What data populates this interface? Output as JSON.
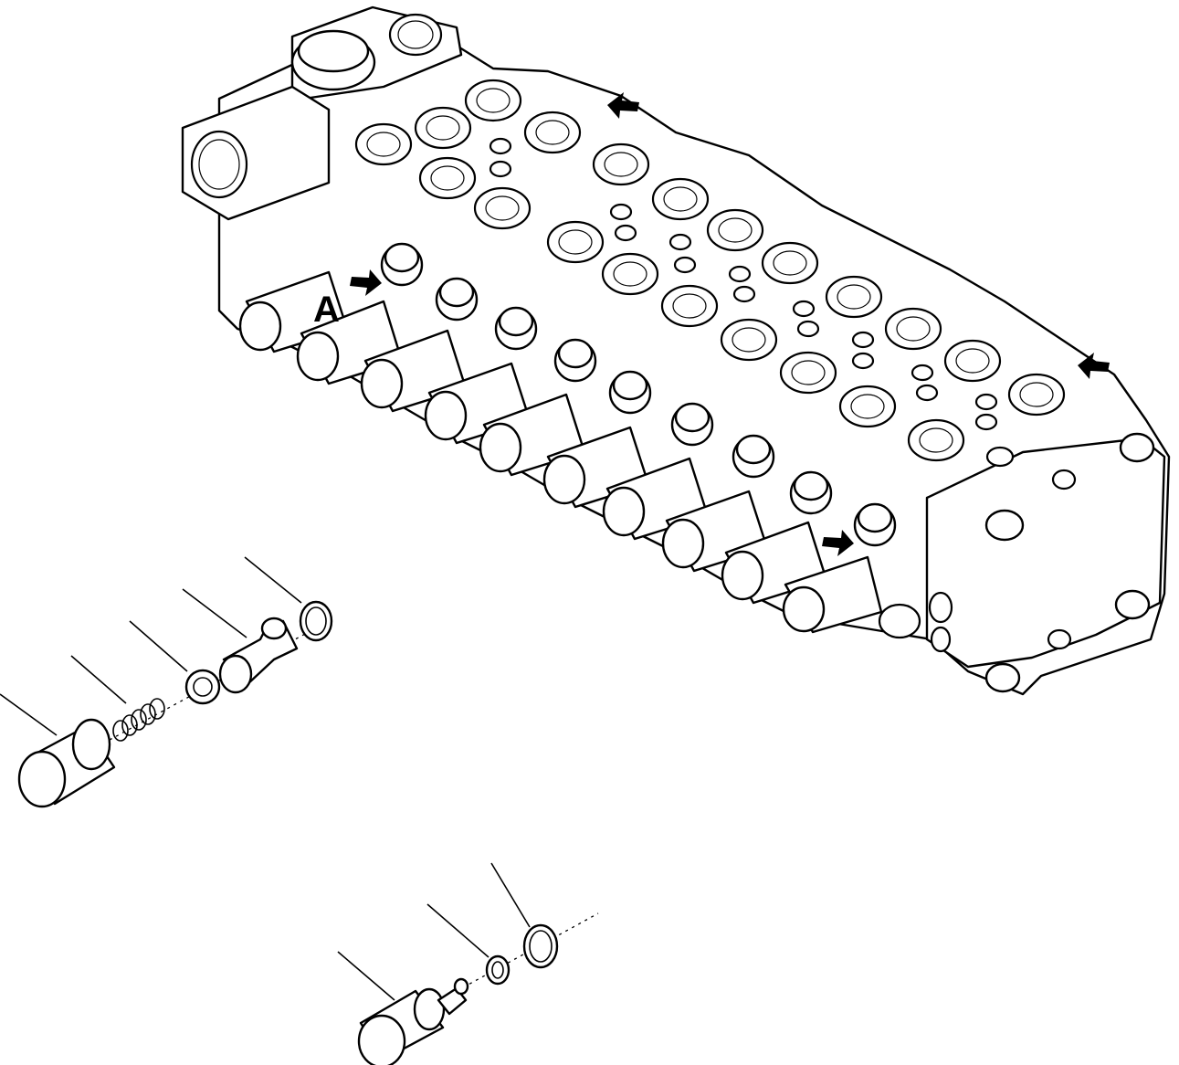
{
  "diagram": {
    "callout_label": "A",
    "colors": {
      "line": "#000000",
      "background": "#ffffff"
    },
    "components": [
      {
        "name": "control-valve-block",
        "kind": "main assembly"
      },
      {
        "name": "relief-valve-assembly",
        "parts": 5
      },
      {
        "name": "safety-valve-assembly",
        "parts": 3
      }
    ]
  }
}
